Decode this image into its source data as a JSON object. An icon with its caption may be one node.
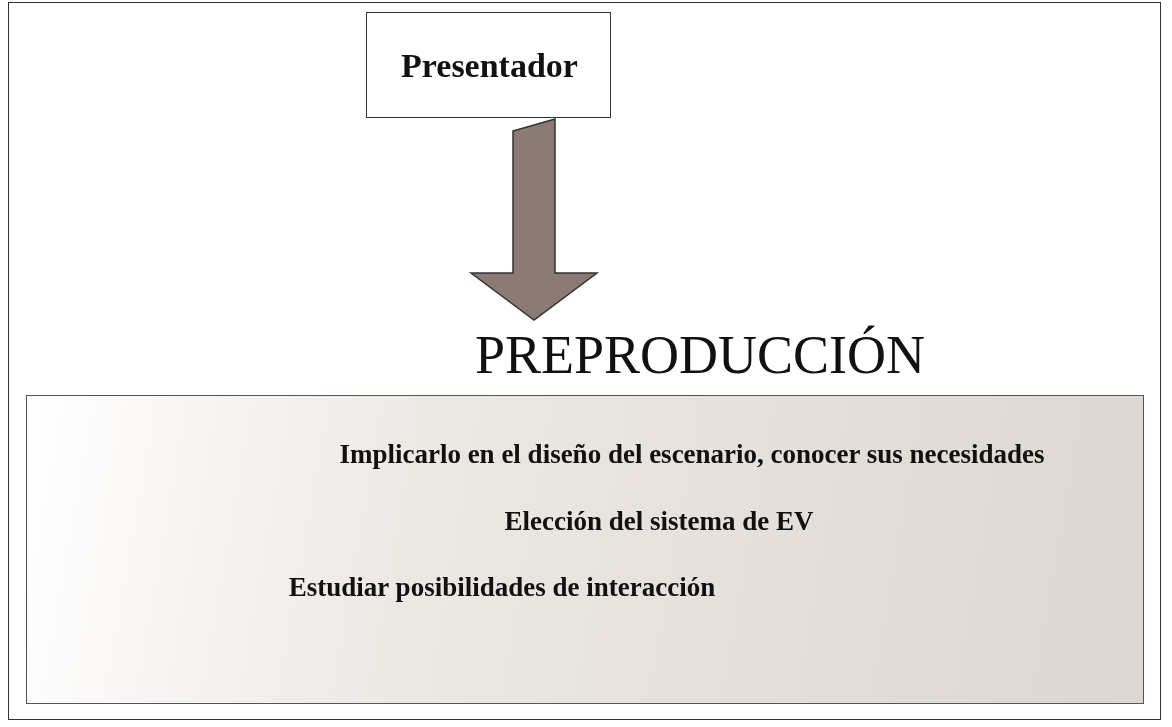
{
  "diagram": {
    "nodes": [
      {
        "text": [
          "Presentador"
        ]
      },
      {
        "text": [
          "PREPRODUCCIÓN"
        ]
      },
      {
        "text": [
          "Implicarlo en el diseño del escenario, conocer sus necesidades",
          "Elección del sistema de EV",
          "Estudiar posibilidades de interacción"
        ]
      }
    ],
    "edges": [
      {
        "from": 0,
        "to": 1,
        "arrow": "to",
        "style": "thick",
        "color": "#8c7b75"
      }
    ]
  }
}
